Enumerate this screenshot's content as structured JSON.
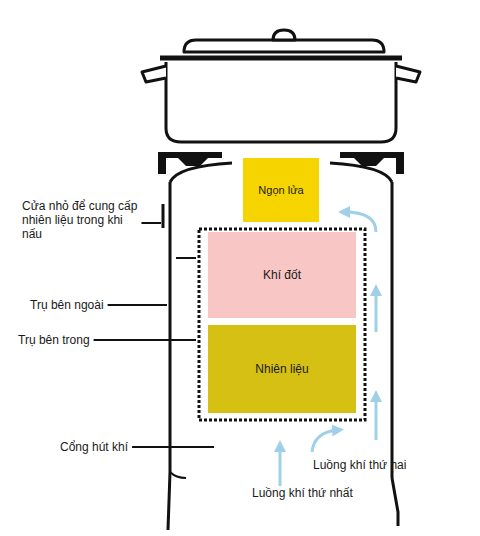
{
  "diagram": {
    "nodes": [
      {
        "text": [
          "Ngọn lửa"
        ]
      },
      {
        "text": [
          "Khí đốt"
        ]
      },
      {
        "text": [
          "Nhiên liệu"
        ]
      }
    ],
    "labels": [
      "Cửa nhỏ để cung cấp nhiên liệu trong khi nấu",
      "Trụ bên ngoài",
      "Trụ bên trong",
      "Cổng hút khí",
      "Luồng khí thứ hai",
      "Luồng khí thứ nhất"
    ]
  }
}
